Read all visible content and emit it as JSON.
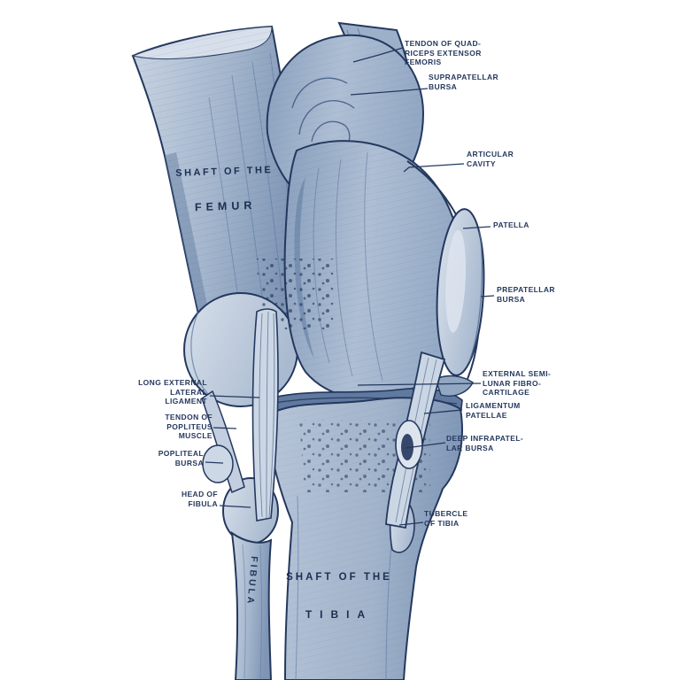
{
  "palette": {
    "ink": "#24385e",
    "label_text": "#26395f",
    "bone_light": "#cfd9e6",
    "bone_mid": "#9fb2cb",
    "bone_deep": "#70889f",
    "background": "#ffffff"
  },
  "bone_captions": {
    "femur": {
      "line1": "SHAFT OF THE",
      "line2": "FEMUR"
    },
    "tibia": {
      "line1": "SHAFT OF THE",
      "line2": "TIBIA"
    },
    "fibula": "FIBULA"
  },
  "labels_right": [
    {
      "id": "tendon-of-quadriceps-extensor-femoris",
      "text": "TENDON OF QUAD-\nRICEPS EXTENSOR\nFEMORIS"
    },
    {
      "id": "suprapatellar-bursa",
      "text": "SUPRAPATELLAR\nBURSA"
    },
    {
      "id": "articular-cavity",
      "text": "ARTICULAR\nCAVITY"
    },
    {
      "id": "patella",
      "text": "PATELLA"
    },
    {
      "id": "prepatellar-bursa",
      "text": "PREPATELLAR\nBURSA"
    },
    {
      "id": "external-semilunar-fibrocartilage",
      "text": "EXTERNAL SEMI-\nLUNAR FIBRO-\nCARTILAGE"
    },
    {
      "id": "ligamentum-patellae",
      "text": "LIGAMENTUM\nPATELLAE"
    },
    {
      "id": "deep-infrapatellar-bursa",
      "text": "DEEP INFRAPATEL-\nLAR BURSA"
    },
    {
      "id": "tubercle-of-tibia",
      "text": "TUBERCLE\nOF TIBIA"
    }
  ],
  "labels_left": [
    {
      "id": "long-external-lateral-ligament",
      "text": "LONG EXTERNAL\nLATERAL\nLIGAMENT"
    },
    {
      "id": "tendon-of-popliteus-muscle",
      "text": "TENDON OF\nPOPLITEUS\nMUSCLE"
    },
    {
      "id": "popliteal-bursa",
      "text": "POPLITEAL\nBURSA"
    },
    {
      "id": "head-of-fibula",
      "text": "HEAD OF\nFIBULA"
    }
  ]
}
